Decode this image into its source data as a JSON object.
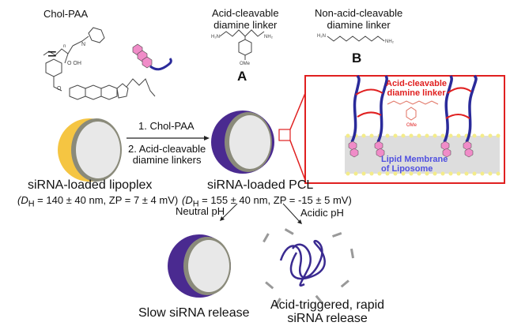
{
  "chol_paa": {
    "title": "Chol-PAA",
    "equals": "="
  },
  "linker_a": {
    "title_line1": "Acid-cleavable",
    "title_line2": "diamine linker",
    "letter": "A",
    "nh2_left": "H₂N",
    "nh2_right": "NH₂",
    "ome": "OMe"
  },
  "linker_b": {
    "title_line1": "Non-acid-cleavable",
    "title_line2": "diamine linker",
    "letter": "B",
    "nh2_left": "H₂N",
    "nh2_right": "NH₂"
  },
  "steps": {
    "step1": "1. Chol-PAA",
    "step2_line1": "2. Acid-cleavable",
    "step2_line2": "diamine linkers"
  },
  "lipoplex": {
    "name": "siRNA-loaded lipoplex",
    "dh_prefix": "(D",
    "dh_sub": "H",
    "props": " = 140 ± 40 nm, ZP = 7 ± 4 mV)"
  },
  "pcl": {
    "name": "siRNA-loaded PCL",
    "dh_prefix": "(D",
    "dh_sub": "H",
    "props": " = 155 ± 40 nm, ZP = -15 ± 5 mV)"
  },
  "inset": {
    "linker_line1": "Acid-cleavable",
    "linker_line2": "diamine linker",
    "membrane_line1": "Lipid Membrane",
    "membrane_line2": "of Liposome",
    "ome": "OMe"
  },
  "branches": {
    "neutral": "Neutral pH",
    "acidic": "Acidic pH"
  },
  "outcomes": {
    "slow": "Slow siRNA release",
    "fast_line1": "Acid-triggered, rapid",
    "fast_line2": "siRNA release"
  },
  "colors": {
    "polymer": "#2a2a9a",
    "inset_border": "#e02020",
    "cholesterol": "#f08cc8",
    "lipid_head": "#f4ec8a",
    "particle_purple": "#4a2a90",
    "core": "#e8e8e8",
    "shell_gold": "#f5c542"
  }
}
